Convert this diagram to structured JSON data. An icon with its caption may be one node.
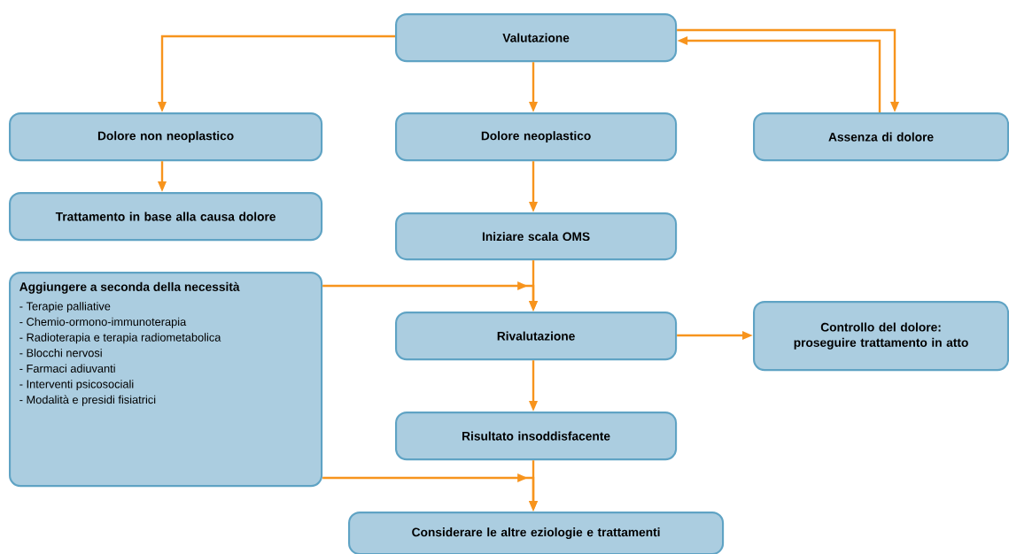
{
  "diagram": {
    "nodes": [
      {
        "text": [
          "Valutazione"
        ]
      },
      {
        "text": [
          "Dolore non neoplastico"
        ]
      },
      {
        "text": [
          "Dolore neoplastico"
        ]
      },
      {
        "text": [
          "Assenza di dolore"
        ]
      },
      {
        "text": [
          "Trattamento in base alla causa dolore"
        ]
      },
      {
        "text": [
          "Iniziare scala OMS"
        ]
      },
      {
        "text": [
          "Aggiungere a seconda della necessità",
          "- Terapie palliative",
          "- Chemio-ormono-immunoterapia",
          "- Radioterapia e terapia radiometabolica",
          "- Blocchi nervosi",
          "- Farmaci adiuvanti",
          "- Interventi psicosociali",
          "- Modalità e presidi fisiatrici"
        ]
      },
      {
        "text": [
          "Rivalutazione"
        ]
      },
      {
        "text": [
          "Controllo del dolore: proseguire trattamento in atto"
        ]
      },
      {
        "text": [
          "Risultato insoddisfacente"
        ]
      },
      {
        "text": [
          "Considerare le altre eziologie e trattamenti"
        ]
      }
    ],
    "edges": [
      {
        "from": 0,
        "to": 1,
        "arrow": "to"
      },
      {
        "from": 0,
        "to": 2,
        "arrow": "to"
      },
      {
        "from": 0,
        "to": 3,
        "arrow": "to"
      },
      {
        "from": 3,
        "to": 0,
        "arrow": "to"
      },
      {
        "from": 1,
        "to": 4,
        "arrow": "to"
      },
      {
        "from": 2,
        "to": 5,
        "arrow": "to"
      },
      {
        "from": 5,
        "to": 7,
        "arrow": "to"
      },
      {
        "from": 6,
        "to": 7,
        "arrow": "to"
      },
      {
        "from": 7,
        "to": 8,
        "arrow": "to"
      },
      {
        "from": 7,
        "to": 9,
        "arrow": "to"
      },
      {
        "from": 9,
        "to": 10,
        "arrow": "to"
      },
      {
        "from": 6,
        "to": 10,
        "arrow": "to"
      }
    ]
  }
}
